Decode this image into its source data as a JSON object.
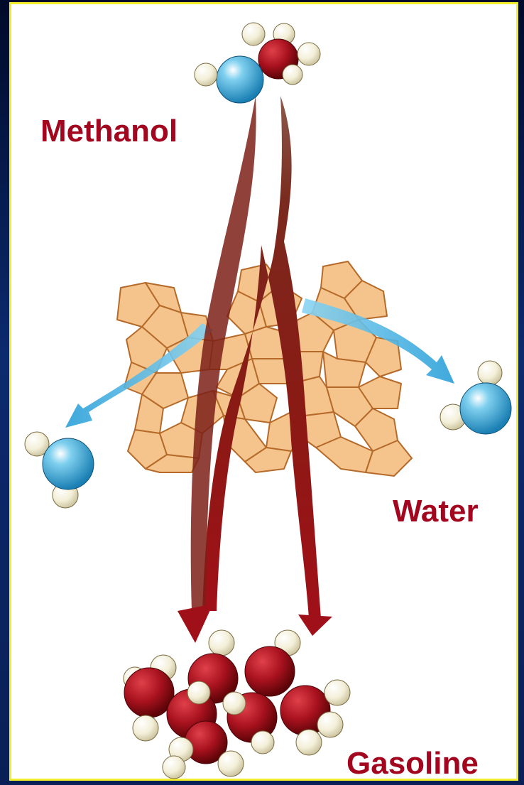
{
  "labels": {
    "methanol": "Methanol",
    "water": "Water",
    "gasoline": "Gasoline"
  },
  "colors": {
    "label": "#a3061f",
    "frame_border": "#f2ee2a",
    "background": "#0c2a6e",
    "carbon_atom": "#a8121e",
    "oxygen_atom": "#3aa7d4",
    "hydrogen_atom": "#f3efd8",
    "zeolite": "#f4c48c",
    "stream": "#8a1a14",
    "water_arrow": "#4ab4e6"
  }
}
